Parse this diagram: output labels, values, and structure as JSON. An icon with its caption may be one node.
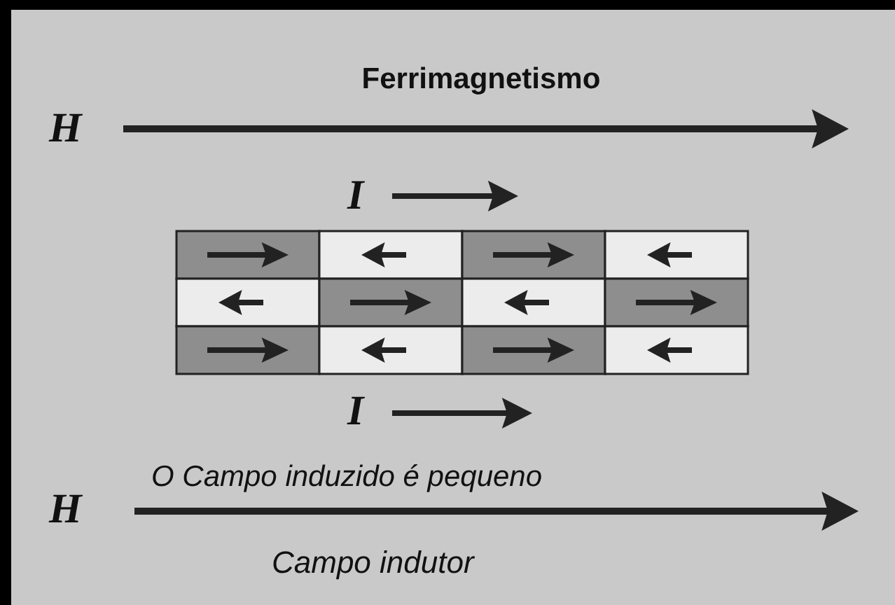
{
  "diagram": {
    "title": "Ferrimagnetismo",
    "labels": [
      "H",
      "I",
      "I",
      "H",
      "O Campo induzido é pequeno",
      "Campo indutor"
    ]
  }
}
